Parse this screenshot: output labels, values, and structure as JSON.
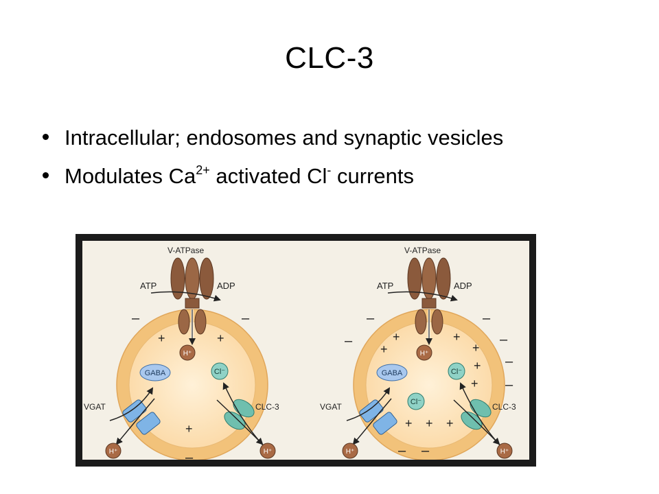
{
  "title": "CLC-3",
  "bullets": [
    {
      "text": "Intracellular; endosomes and synaptic vesicles"
    },
    {
      "pre": "Modulates Ca",
      "sup1": "2+",
      "mid": " activated Cl",
      "sup2": "-",
      "post": " currents"
    }
  ],
  "figure": {
    "panels": [
      {
        "pump_label": "V-ATPase",
        "atp": "ATP",
        "adp": "ADP",
        "proton": "H⁺",
        "gaba": "GABA",
        "chloride": "Cl⁻",
        "vgat": "VGAT",
        "clc3": "CLC-3",
        "inner_proton": "H⁺",
        "outer_proton_left": "H⁺",
        "outer_proton_right": "H⁺"
      },
      {
        "pump_label": "V-ATPase",
        "atp": "ATP",
        "adp": "ADP",
        "proton": "H⁺",
        "gaba": "GABA",
        "chloride": "Cl⁻",
        "chloride2": "Cl⁻",
        "vgat": "VGAT",
        "clc3": "CLC-3",
        "outer_proton_left": "H⁺",
        "outer_proton_right": "H⁺"
      }
    ],
    "colors": {
      "background": "#f4f0e6",
      "membrane": "#f2c27a",
      "lumen": "#fde6c0",
      "pump": "#8b5a3c",
      "gaba_fill": "#a9c8ee",
      "chloride_fill": "#8fd2c6",
      "transporter": "#7fb4e6",
      "clc": "#6fbfae",
      "proton": "#a96a45"
    }
  }
}
